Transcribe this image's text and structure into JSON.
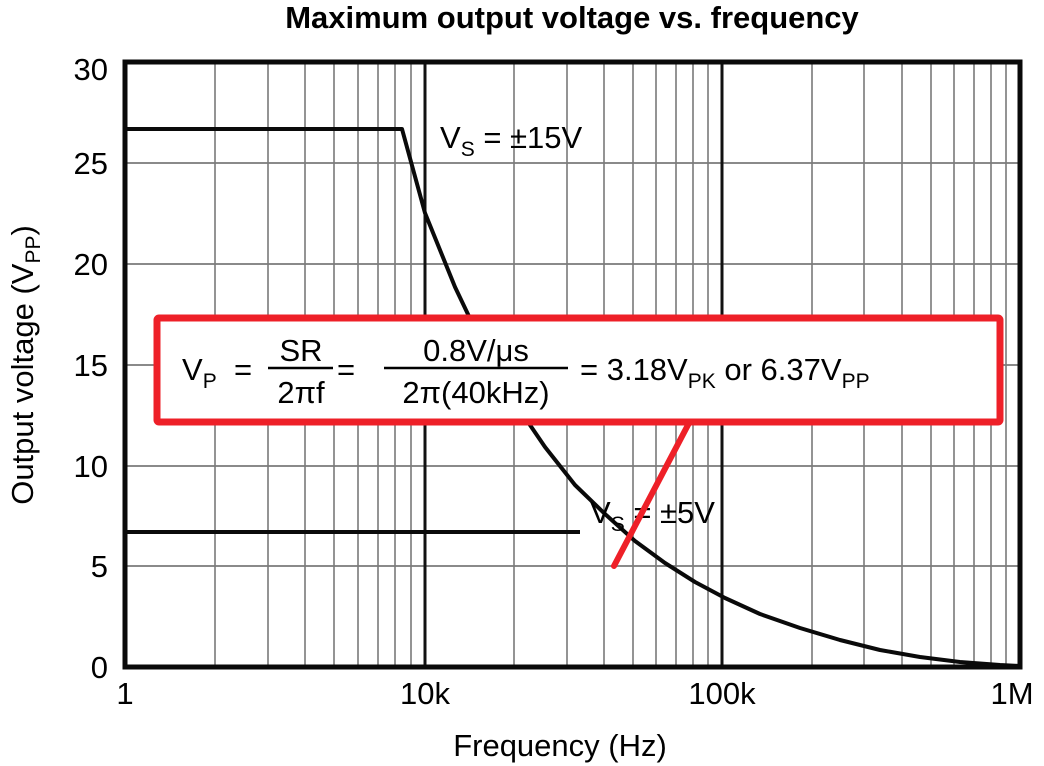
{
  "chart_data": {
    "type": "line",
    "title": "Maximum output voltage vs. frequency",
    "xlabel": "Frequency (Hz)",
    "ylabel": "Output voltage (V",
    "ylabel_sub": "PP",
    "ylabel_close": ")",
    "x_scale": "log",
    "x_ticks": [
      "1",
      "10k",
      "100k",
      "1M"
    ],
    "y_ticks": [
      "0",
      "5",
      "10",
      "15",
      "20",
      "25",
      "30"
    ],
    "ylim": [
      0,
      30
    ],
    "grid": true,
    "series": [
      {
        "name": "VS = ±15V",
        "label_main": "V",
        "label_sub": "S",
        "label_rest": " = ±15V",
        "points": [
          [
            1000,
            26.7
          ],
          [
            8400,
            26.7
          ],
          [
            10000,
            22.5
          ],
          [
            20000,
            11.8
          ],
          [
            40000,
            6.2
          ],
          [
            60000,
            4.1
          ],
          [
            100000,
            2.5
          ],
          [
            200000,
            1.2
          ],
          [
            400000,
            0.5
          ],
          [
            1000000,
            0.1
          ]
        ]
      },
      {
        "name": "VS = ±5V",
        "label_main": "V",
        "label_sub": "S",
        "label_rest": " = ±5V",
        "points": [
          [
            1000,
            6.7
          ],
          [
            37000,
            6.7
          ]
        ]
      }
    ],
    "annotation": {
      "lhs_main": "V",
      "lhs_sub": "P",
      "eq1": "=",
      "frac1_num": "SR",
      "frac1_den": "2πf",
      "eq2": "=",
      "frac2_num": "0.8V/μs",
      "frac2_den": "2π(40kHz)",
      "result_prefix": "= 3.18V",
      "result_sub1": "PK",
      "result_mid": " or 6.37V",
      "result_sub2": "PP",
      "box_color": "#ee2028",
      "points_to": [
        40000,
        5
      ]
    }
  }
}
